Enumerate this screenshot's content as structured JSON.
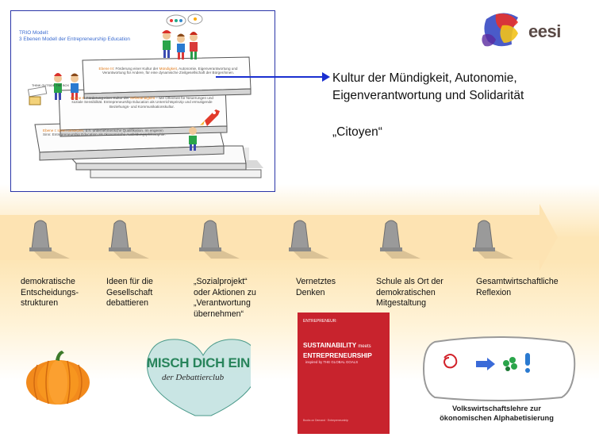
{
  "trio": {
    "title_line1": "TRIO Modell:",
    "title_line2": "3 Ebenen Modell der Entrepreneurship Education",
    "ebene3": {
      "label": "Ebene III",
      "text_a": ": Förderung einer Kultur der ",
      "keyword": "Mündigkeit",
      "text_b": ", Autonomie, Eigenverantwortung und Verantwortung für Andere, für eine dynamische Zivilgesellschaft der Bürger/innen."
    },
    "ebene2": {
      "label": "Ebene II",
      "text_a": ": Förderung einer Kultur der ",
      "keyword": "Selbständigkeit",
      "text_b": " – wie Offenheit für Neuerungen und soziale Sensibilität. Entrepreneurship Education als Unterrichtsprinzip und ermutigende Beziehungs- und Kommunikationskultur."
    },
    "ebene1": {
      "label": "Ebene I",
      "text_a": ": ",
      "keyword": "Ideen umsetzen",
      "text_b": ", d.h. unternehmerische Qualifikation. Im engeren Sinn: Entrepreneurship Education als ökonomische Ausbildungsphilosophie."
    },
    "sign_text": "THINK OUTSIDE THE BOX"
  },
  "culture": {
    "line1": "Kultur der Mündigkeit, Autonomie,",
    "line2": "Eigenverantwortung und Solidarität",
    "citoyen": "„Citoyen“"
  },
  "logo": {
    "text": "eesi"
  },
  "steps": [
    {
      "l1": "demokratische",
      "l2": "Entscheidungs-",
      "l3": "strukturen",
      "l4": ""
    },
    {
      "l1": "Ideen für die",
      "l2": "Gesellschaft",
      "l3": "debattieren",
      "l4": ""
    },
    {
      "l1": "„Sozialprojekt“",
      "l2": "oder Aktionen zu",
      "l3": "„Verantwortung",
      "l4": "übernehmen“"
    },
    {
      "l1": "Vernetztes",
      "l2": "Denken",
      "l3": "",
      "l4": ""
    },
    {
      "l1": "Schule als Ort der",
      "l2": "demokratischen",
      "l3": "Mitgestaltung",
      "l4": ""
    },
    {
      "l1": "Gesamtwirtschaftliche",
      "l2": "Reflexion",
      "l3": "",
      "l4": ""
    }
  ],
  "misch": {
    "line1": "MISCH DICH EIN",
    "line2": "der Debattierclub"
  },
  "book": {
    "top": "ENTREPRENEUR:",
    "title1": "SUSTAINABILITY",
    "title_meets": "meets",
    "title2": "ENTREPRENEURSHIP",
    "sub": "inspired by THE GLOBAL GOALS",
    "foot": "Books on Demand · Entrepreneurship"
  },
  "vwl": {
    "line1": "Volkswirtschaftslehre zur",
    "line2": "ökonomischen Alphabetisierung"
  },
  "colors": {
    "frame": "#2a35a8",
    "arrow": "#1a2fd0",
    "timeline": "#fde0a8",
    "book": "#c8232d",
    "misch_green": "#28845b"
  }
}
